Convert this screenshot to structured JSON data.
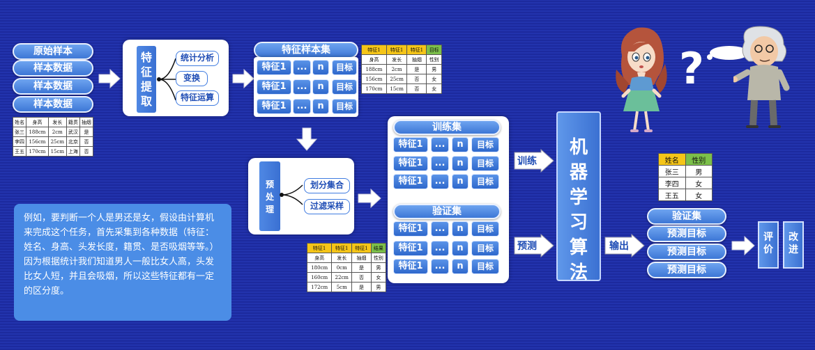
{
  "raw": {
    "title": "原始样本",
    "items": [
      "样本数据",
      "样本数据",
      "样本数据"
    ],
    "table": {
      "header": [
        "姓名",
        "身高",
        "发长",
        "籍贯",
        "抽烟"
      ],
      "rows": [
        [
          "张三",
          "188cm",
          "2cm",
          "武汉",
          "是"
        ],
        [
          "李四",
          "156cm",
          "25cm",
          "北京",
          "否"
        ],
        [
          "王五",
          "170cm",
          "15cm",
          "上海",
          "否"
        ]
      ]
    }
  },
  "extract": {
    "title": "特征提取",
    "items": [
      "统计分析",
      "变换",
      "特征运算"
    ]
  },
  "featset": {
    "title": "特征样本集",
    "row": [
      "特征1",
      "...",
      "n",
      "目标"
    ],
    "table": {
      "header": [
        "特征1",
        "特征1",
        "特征1",
        "目标"
      ],
      "rows": [
        [
          "身高",
          "发长",
          "抽烟",
          "性别"
        ],
        [
          "188cm",
          "2cm",
          "是",
          "男"
        ],
        [
          "156cm",
          "25cm",
          "否",
          "女"
        ],
        [
          "170cm",
          "15cm",
          "否",
          "女"
        ]
      ]
    }
  },
  "preprocess": {
    "title": "预处理",
    "items": [
      "划分集合",
      "过滤采样"
    ],
    "table": {
      "header": [
        "特征1",
        "特征1",
        "特征1",
        "结果"
      ],
      "rows": [
        [
          "身高",
          "发长",
          "抽烟",
          "性别"
        ],
        [
          "180cm",
          "0cm",
          "是",
          "男"
        ],
        [
          "160cm",
          "22cm",
          "否",
          "女"
        ],
        [
          "172cm",
          "5cm",
          "是",
          "男"
        ]
      ]
    }
  },
  "train": {
    "title": "训练集",
    "row": [
      "特征1",
      "...",
      "n",
      "目标"
    ]
  },
  "valid": {
    "title": "验证集",
    "row": [
      "特征1",
      "...",
      "n",
      "目标"
    ]
  },
  "arrows": {
    "train": "训练",
    "predict": "预测",
    "output": "输出"
  },
  "ml": {
    "title": "机器学习算法"
  },
  "result_table": {
    "header": [
      "姓名",
      "性别"
    ],
    "rows": [
      [
        "张三",
        "男"
      ],
      [
        "李四",
        "女"
      ],
      [
        "王五",
        "女"
      ]
    ]
  },
  "valid_out": {
    "title": "验证集",
    "items": [
      "预测目标",
      "预测目标",
      "预测目标"
    ]
  },
  "evaluate": "评价",
  "improve": "改进",
  "question": "?",
  "note": "例如，要判断一个人是男还是女，假设由计算机来完成这个任务，首先采集到各种数据（特征：姓名、身高、头发长度，籍贯、是否吸烟等等。）因为根据统计我们知道男人一般比女人高，头发比女人短，并且会吸烟，所以这些特征都有一定的区分度。",
  "colors": {
    "bg": "#2233ad",
    "pill": "#4a84e0",
    "tableHeader": "#f5c518",
    "tableTarget": "#7cc04a"
  }
}
